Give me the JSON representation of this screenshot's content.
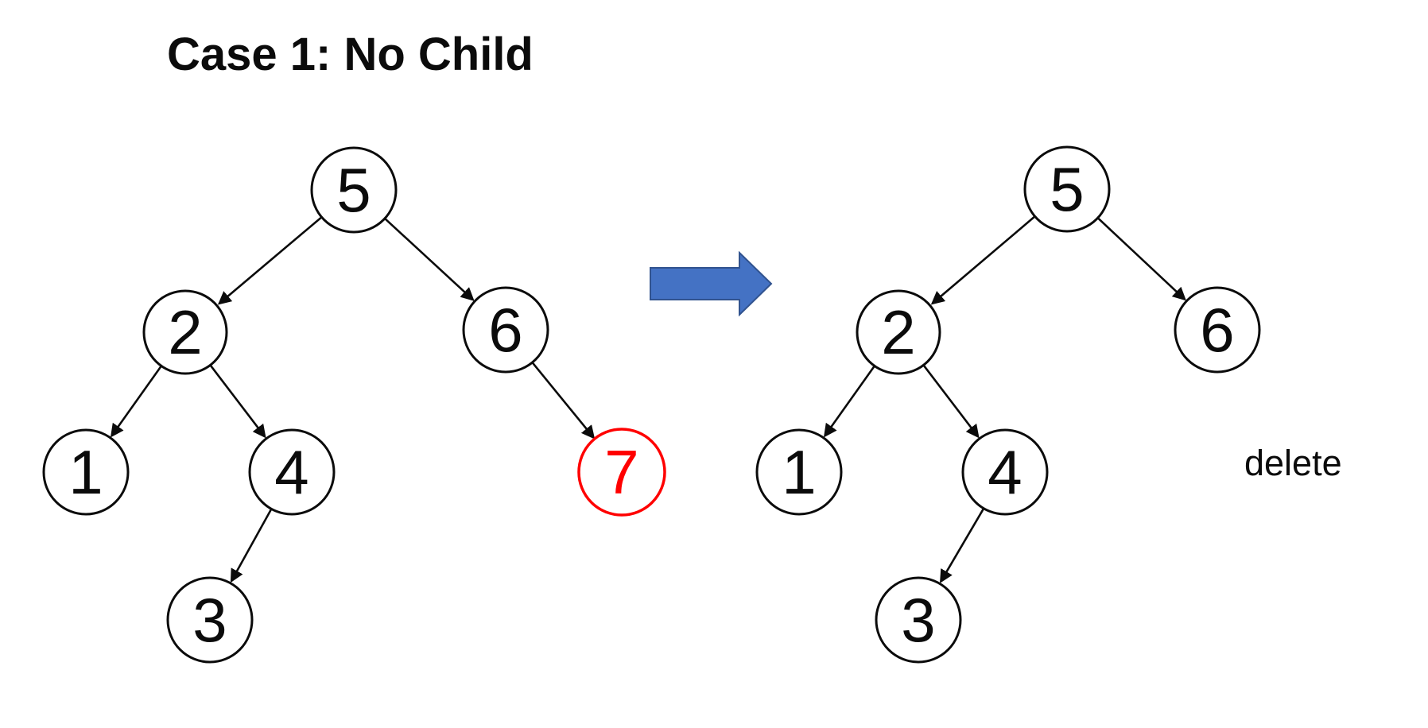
{
  "title": "Case 1: No Child",
  "annotation": {
    "delete_label": "delete"
  },
  "transform_arrow": {
    "meaning": "before-to-after",
    "direction": "right",
    "color": "#4472c4"
  },
  "colors": {
    "background": "#ffffff",
    "node_stroke": "#0b0b0b",
    "node_text": "#0b0b0b",
    "highlight_red": "#ff0000",
    "arrow_blue": "#4472c4"
  },
  "diagram": {
    "description": "Binary search tree deletion, case 1: deleting a node with no child",
    "before": {
      "name": "tree-before-deletion",
      "nodes": [
        {
          "value": "5",
          "role": "root",
          "highlighted": false
        },
        {
          "value": "2",
          "parent": "5",
          "side": "left",
          "highlighted": false
        },
        {
          "value": "6",
          "parent": "5",
          "side": "right",
          "highlighted": false
        },
        {
          "value": "1",
          "parent": "2",
          "side": "left",
          "highlighted": false
        },
        {
          "value": "4",
          "parent": "2",
          "side": "right",
          "highlighted": false
        },
        {
          "value": "7",
          "parent": "6",
          "side": "right",
          "highlighted": true,
          "highlight_color": "#ff0000"
        },
        {
          "value": "3",
          "parent": "4",
          "side": "left",
          "highlighted": false
        }
      ],
      "edges": [
        "5→2",
        "5→6",
        "2→1",
        "2→4",
        "6→7",
        "4→3"
      ]
    },
    "after": {
      "name": "tree-after-deletion",
      "deleted_node": "7",
      "nodes": [
        {
          "value": "5",
          "role": "root",
          "highlighted": false
        },
        {
          "value": "2",
          "parent": "5",
          "side": "left",
          "highlighted": false
        },
        {
          "value": "6",
          "parent": "5",
          "side": "right",
          "highlighted": false
        },
        {
          "value": "1",
          "parent": "2",
          "side": "left",
          "highlighted": false
        },
        {
          "value": "4",
          "parent": "2",
          "side": "right",
          "highlighted": false
        },
        {
          "value": "3",
          "parent": "4",
          "side": "left",
          "highlighted": false
        }
      ],
      "edges": [
        "5→2",
        "5→6",
        "2→1",
        "2→4",
        "4→3"
      ]
    }
  }
}
